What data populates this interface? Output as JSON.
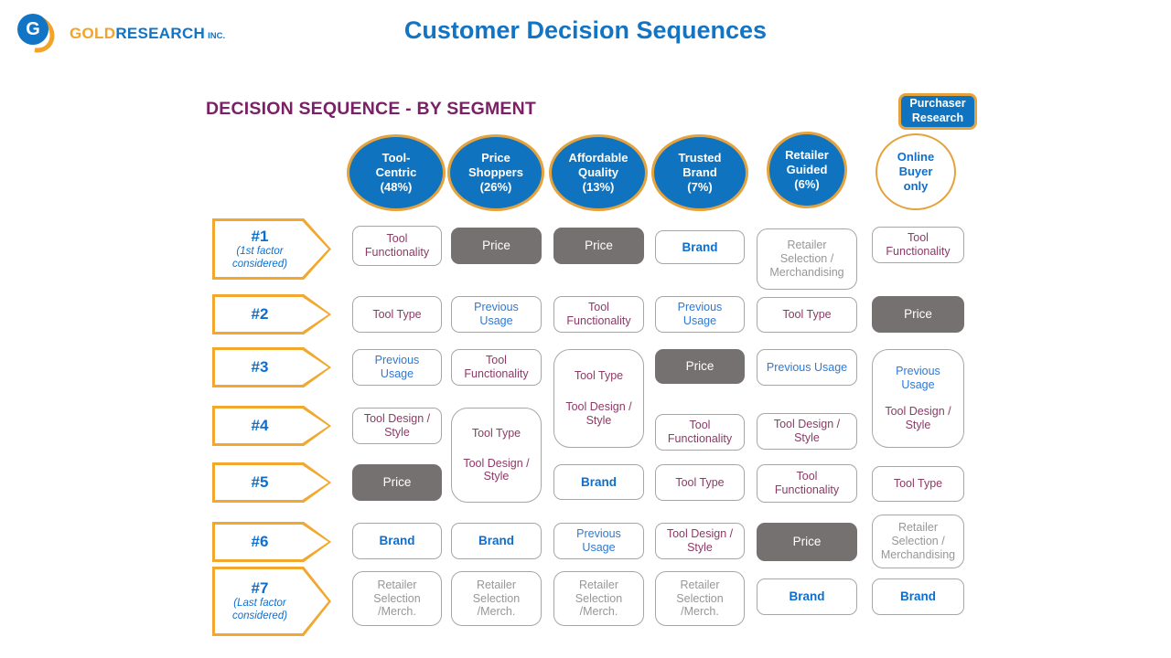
{
  "colors": {
    "title_blue": "#1274C5",
    "heading_purple": "#7A2166",
    "segment_blue": "#1073BF",
    "gold": "#E5A33D",
    "arrow_orange": "#F2A72E",
    "plum": "#8C3A66",
    "blue_text": "#2E79D6",
    "brand_blue": "#0C6FD0",
    "gray_fill": "#767171",
    "gray_text": "#979797",
    "box_border": "#A6A6A6",
    "logo_gold": "#F2A32B",
    "logo_blue": "#1274C5"
  },
  "header": {
    "logo_letter": "G",
    "logo_gold_text": "GOLD",
    "logo_research_text": "RESEARCH",
    "logo_inc_text": "INC.",
    "title": "Customer Decision Sequences"
  },
  "section_title": "DECISION SEQUENCE - BY SEGMENT",
  "purchaser_research": {
    "line1": "Purchaser",
    "line2": "Research"
  },
  "segments": [
    {
      "line1": "Tool-",
      "line2": "Centric",
      "line3": "(48%)"
    },
    {
      "line1": "Price",
      "line2": "Shoppers",
      "line3": "(26%)"
    },
    {
      "line1": "Affordable",
      "line2": "Quality",
      "line3": "(13%)"
    },
    {
      "line1": "Trusted",
      "line2": "Brand",
      "line3": "(7%)"
    },
    {
      "line1": "Retailer",
      "line2": "Guided",
      "line3": "(6%)"
    },
    {
      "line1": "Online",
      "line2": "Buyer",
      "line3": "only"
    }
  ],
  "row_labels": [
    {
      "number": "#1",
      "note": "(1st factor considered)"
    },
    {
      "number": "#2"
    },
    {
      "number": "#3"
    },
    {
      "number": "#4"
    },
    {
      "number": "#5"
    },
    {
      "number": "#6"
    },
    {
      "number": "#7",
      "note": "(Last factor considered)"
    }
  ],
  "grid": {
    "cells": [
      {
        "text": "Tool Functionality"
      },
      {
        "text": "Price"
      },
      {
        "text": "Price"
      },
      {
        "text": "Brand"
      },
      {
        "text": "Retailer Selection / Merchandising"
      },
      {
        "text": "Tool Functionality"
      },
      {
        "text": "Tool Type"
      },
      {
        "text": "Previous Usage"
      },
      {
        "text": "Tool Functionality"
      },
      {
        "text": "Previous Usage"
      },
      {
        "text": "Tool Type"
      },
      {
        "text": "Price"
      },
      {
        "text": "Previous Usage"
      },
      {
        "text": "Tool Functionality"
      },
      {
        "text": "Tool Type",
        "text2": "Tool Design / Style"
      },
      {
        "text": "Price"
      },
      {
        "text": "Previous Usage"
      },
      {
        "text": "Previous Usage",
        "text2": "Tool Design / Style"
      },
      {
        "text": "Tool Design / Style"
      },
      {
        "text": "Tool Type",
        "text2": "Tool Design / Style"
      },
      {
        "text": "Tool Functionality"
      },
      {
        "text": "Tool Design / Style"
      },
      {
        "text": "Price"
      },
      {
        "text": "Brand"
      },
      {
        "text": "Tool Type"
      },
      {
        "text": "Tool Functionality"
      },
      {
        "text": "Tool Type"
      },
      {
        "text": "Brand"
      },
      {
        "text": "Brand"
      },
      {
        "text": "Previous Usage"
      },
      {
        "text": "Tool Design / Style"
      },
      {
        "text": "Price"
      },
      {
        "text": "Retailer Selection / Merchandising"
      },
      {
        "text": "Retailer Selection /Merch."
      },
      {
        "text": "Retailer Selection /Merch."
      },
      {
        "text": "Retailer Selection /Merch."
      },
      {
        "text": "Retailer Selection /Merch."
      },
      {
        "text": "Brand"
      },
      {
        "text": "Brand"
      }
    ]
  }
}
